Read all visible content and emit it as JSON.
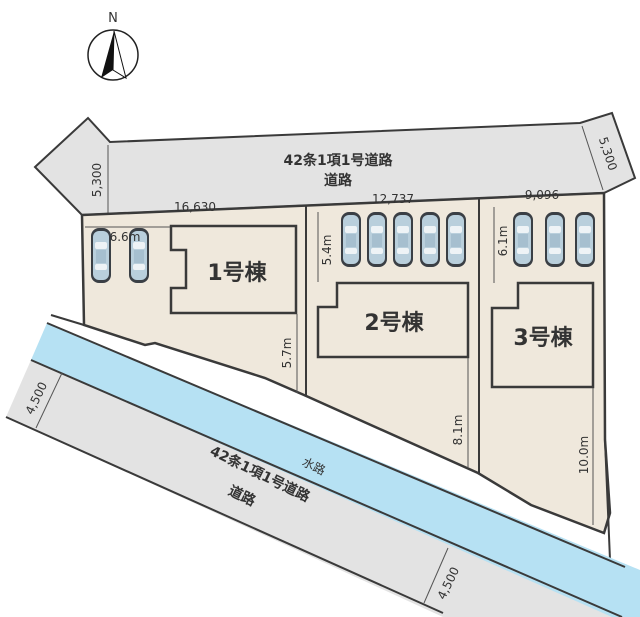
{
  "compass": {
    "label": "N"
  },
  "top_road": {
    "line1": "42条1項1号道路",
    "line2": "道路",
    "width_left": "5,300",
    "width_right": "5,300"
  },
  "bottom_road": {
    "line1": "42条1項1号道路",
    "line2": "道路",
    "width_left": "4,500",
    "width_right": "4,500"
  },
  "waterway": {
    "label": "水路"
  },
  "lots": [
    {
      "house": "1号棟",
      "frontage": "16,630",
      "parking_depth": "6.6m",
      "rear_setback": "5.7m",
      "cars": 2
    },
    {
      "house": "2号棟",
      "frontage": "12,737",
      "parking_depth": "5.4m",
      "rear_setback": "8.1m",
      "cars": 5
    },
    {
      "house": "3号棟",
      "frontage": "9,096",
      "parking_depth": "6.1m",
      "rear_setback": "10.0m",
      "cars": 3
    }
  ],
  "colors": {
    "lot": "#efe8dc",
    "road": "#e3e3e3",
    "water": "#b6e1f3",
    "outline": "#3a3a3a",
    "car": "#b9cfdc"
  }
}
